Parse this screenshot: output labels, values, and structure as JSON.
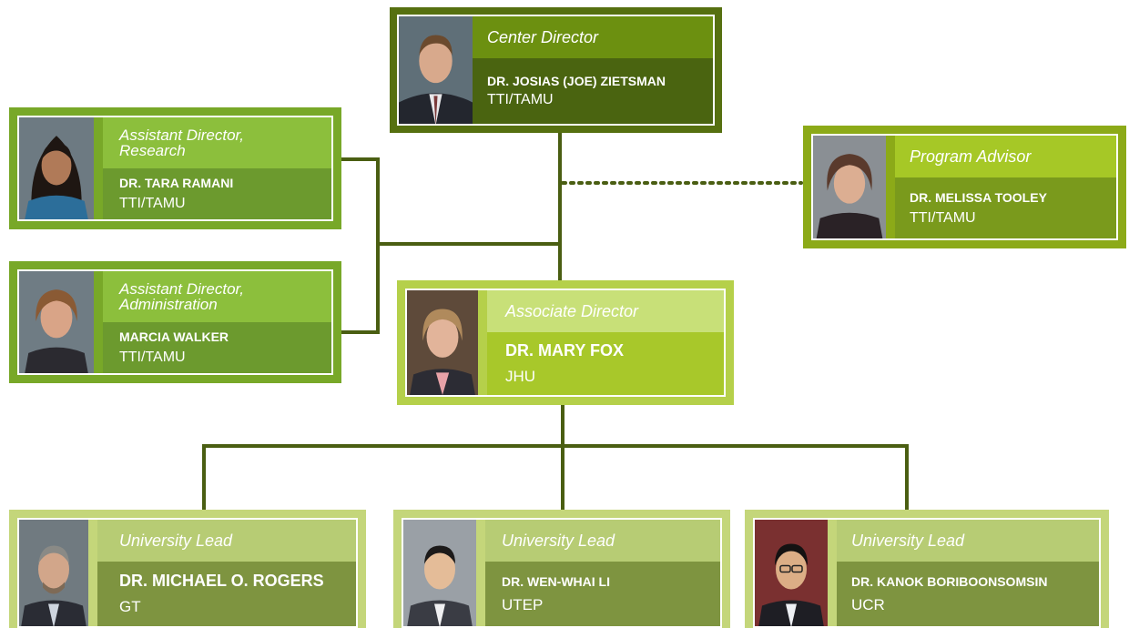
{
  "colors": {
    "connector": "#4a5e12",
    "dark_frame": "#5b7a10",
    "mid_frame": "#78a828",
    "light_frame": "#b5d04a",
    "pale_frame": "#c4d67a"
  },
  "director": {
    "role": "Center Director",
    "name": "DR. JOSIAS (JOE) ZIETSMAN",
    "org": "TTI/TAMU"
  },
  "asst_research": {
    "role": "Assistant Director, Research",
    "name": "DR. TARA RAMANI",
    "org": "TTI/TAMU"
  },
  "asst_admin": {
    "role": "Assistant Director, Administration",
    "name": "MARCIA WALKER",
    "org": "TTI/TAMU"
  },
  "advisor": {
    "role": "Program Advisor",
    "name": "DR. MELISSA TOOLEY",
    "org": "TTI/TAMU"
  },
  "associate": {
    "role": "Associate Director",
    "name": "DR. MARY FOX",
    "org": "JHU"
  },
  "lead_gt": {
    "role": "University Lead",
    "name": "DR. MICHAEL O. ROGERS",
    "org": "GT"
  },
  "lead_utep": {
    "role": "University Lead",
    "name": "DR. WEN-WHAI LI",
    "org": "UTEP"
  },
  "lead_ucr": {
    "role": "University Lead",
    "name": "DR. KANOK BORIBOONSOMSIN",
    "org": "UCR"
  }
}
